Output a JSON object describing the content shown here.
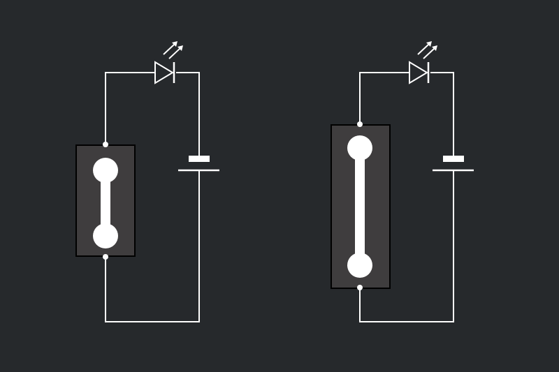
{
  "diagram": {
    "background_color": "#26292c",
    "wire_color": "#ffffff",
    "sample_fill_color": "#3f3d3e",
    "sample_border_color": "#000000",
    "circuits": [
      {
        "name": "short-sample-circuit",
        "components": [
          "sample-box",
          "led-icon",
          "battery-icon"
        ]
      },
      {
        "name": "long-sample-circuit",
        "components": [
          "sample-box",
          "led-icon",
          "battery-icon"
        ]
      }
    ]
  }
}
